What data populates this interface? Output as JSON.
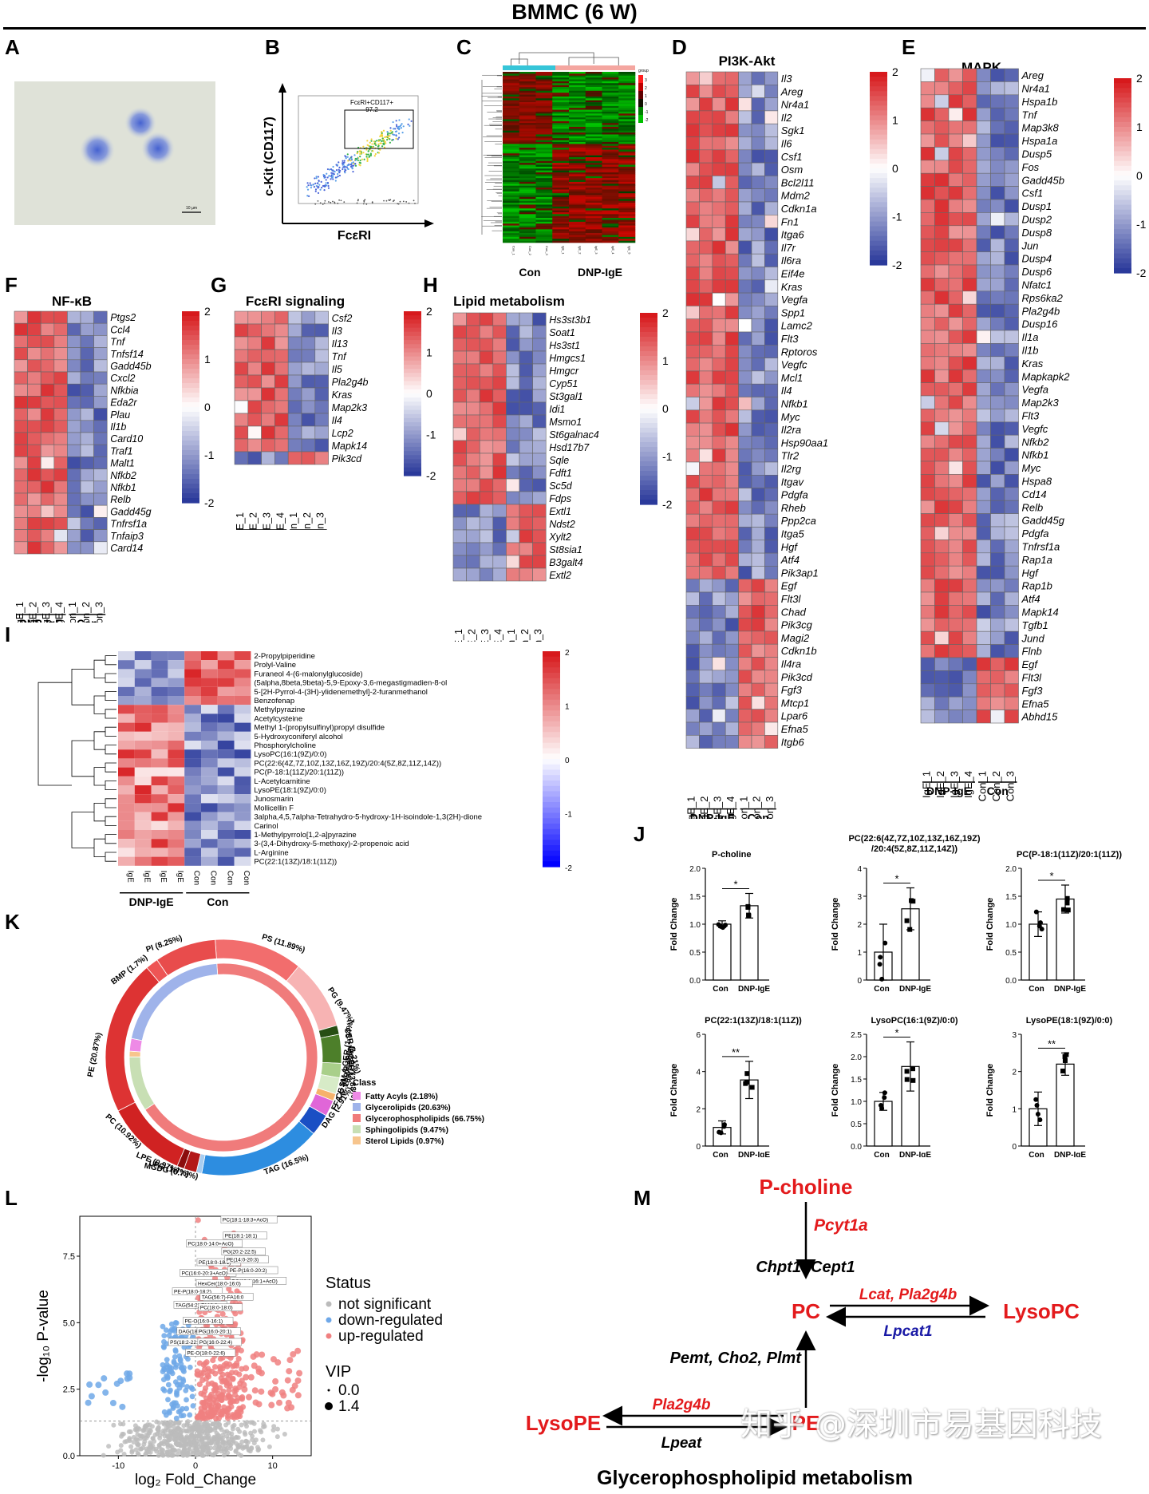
{
  "figure": {
    "title": "BMMC (6 W)",
    "panel_letters": [
      "A",
      "B",
      "C",
      "D",
      "E",
      "F",
      "G",
      "H",
      "I",
      "J",
      "K",
      "L",
      "M"
    ],
    "scale_bar_label": "10 µm",
    "watermark": "知乎 @深圳市易基因科技"
  },
  "colors": {
    "heat_high": "#d7191c",
    "heat_mid": "#ffffff",
    "heat_low": "#2b3a9b",
    "green": "#00b000",
    "red": "#e00000",
    "cyan": "#36c5d8",
    "salmon": "#f4a6a0",
    "path_red": "#e31a1c",
    "path_blue": "#1a1aa6"
  },
  "panelB": {
    "xlabel": "FcεRI",
    "ylabel": "c-Kit (CD117)",
    "gate_label_1": "FcεRI+CD117+",
    "gate_label_2": "97.2"
  },
  "panelC": {
    "groups": [
      "Con",
      "DNP-IgE"
    ],
    "legend_title": "group",
    "legend_ticks": [
      "3",
      "2",
      "1",
      "0",
      "-1",
      "-2"
    ]
  },
  "sample_labels": {
    "dnp": [
      "IgE_1",
      "IgE_2",
      "IgE_3",
      "IgE_4"
    ],
    "con": [
      "Con_1",
      "Con_2",
      "Con_3"
    ],
    "dnp_group": "DNP-IgE",
    "con_group": "Con"
  },
  "colorbar_ticks": [
    "2",
    "1",
    "0",
    "-1",
    "-2"
  ],
  "chart_data": [
    {
      "id": "D",
      "type": "heatmap",
      "title": "PI3K-Akt",
      "rows": [
        "Il3",
        "Areg",
        "Nr4a1",
        "Il2",
        "Sgk1",
        "Il6",
        "Csf1",
        "Osm",
        "Bcl2l11",
        "Mdm2",
        "Cdkn1a",
        "Fn1",
        "Itga6",
        "Il7r",
        "Il6ra",
        "Eif4e",
        "Kras",
        "Vegfa",
        "Spp1",
        "Lamc2",
        "Flt3",
        "Rptoros",
        "Vegfc",
        "Mcl1",
        "Il4",
        "Nfkb1",
        "Myc",
        "Il2ra",
        "Hsp90aa1",
        "Tlr2",
        "Il2rg",
        "Itgav",
        "Pdgfa",
        "Rheb",
        "Ppp2ca",
        "Itga5",
        "Hgf",
        "Atf4",
        "Pik3ap1",
        "Egf",
        "Flt3l",
        "Chad",
        "Pik3cg",
        "Magi2",
        "Cdkn1b",
        "Il4ra",
        "Pik3cd",
        "Fgf3",
        "Mtcp1",
        "Lpar6",
        "Efna5",
        "Itgb6"
      ],
      "columns": [
        "IgE_1",
        "IgE_2",
        "IgE_3",
        "IgE_4",
        "Con_1",
        "Con_2",
        "Con_3"
      ],
      "n_up": 39,
      "color_range": [
        -2,
        2
      ]
    },
    {
      "id": "E",
      "type": "heatmap",
      "title": "MAPK",
      "rows": [
        "Areg",
        "Nr4a1",
        "Hspa1b",
        "Tnf",
        "Map3k8",
        "Hspa1a",
        "Dusp5",
        "Fos",
        "Gadd45b",
        "Csf1",
        "Dusp1",
        "Dusp2",
        "Dusp8",
        "Jun",
        "Dusp4",
        "Dusp6",
        "Nfatc1",
        "Rps6ka2",
        "Pla2g4b",
        "Dusp16",
        "Il1a",
        "Il1b",
        "Kras",
        "Mapkapk2",
        "Vegfa",
        "Map2k3",
        "Flt3",
        "Vegfc",
        "Nfkb2",
        "Nfkb1",
        "Myc",
        "Hspa8",
        "Cd14",
        "Relb",
        "Gadd45g",
        "Pdgfa",
        "Tnfrsf1a",
        "Rap1a",
        "Hgf",
        "Rap1b",
        "Atf4",
        "Mapk14",
        "Tgfb1",
        "Jund",
        "Flnb",
        "Egf",
        "Flt3l",
        "Fgf3",
        "Efna5",
        "Abhd15"
      ],
      "columns": [
        "IgE_1",
        "IgE_2",
        "IgE_3",
        "IgE_4",
        "Con_1",
        "Con_2",
        "Con_3"
      ],
      "n_up": 45,
      "color_range": [
        -2,
        2
      ]
    },
    {
      "id": "F",
      "type": "heatmap",
      "title": "NF-κB",
      "rows": [
        "Ptgs2",
        "Ccl4",
        "Tnf",
        "Tnfsf14",
        "Gadd45b",
        "Cxcl2",
        "Nfkbia",
        "Eda2r",
        "Plau",
        "Il1b",
        "Card10",
        "Traf1",
        "Malt1",
        "Nfkb2",
        "Nfkb1",
        "Relb",
        "Gadd45g",
        "Tnfrsf1a",
        "Tnfaip3",
        "Card14"
      ],
      "columns": [
        "IgE_1",
        "IgE_2",
        "IgE_3",
        "IgE_4",
        "Con_1",
        "Con_2",
        "Con_3"
      ],
      "n_up": 20,
      "color_range": [
        -2,
        2
      ]
    },
    {
      "id": "G",
      "type": "heatmap",
      "title": "FcεRI signaling",
      "rows": [
        "Csf2",
        "Il3",
        "Il13",
        "Tnf",
        "Il5",
        "Pla2g4b",
        "Kras",
        "Map2k3",
        "Il4",
        "Lcp2",
        "Mapk14",
        "Pik3cd"
      ],
      "columns": [
        "IgE_1",
        "IgE_2",
        "IgE_3",
        "IgE_4",
        "Con_1",
        "Con_2",
        "Con_3"
      ],
      "n_up": 11,
      "color_range": [
        -2,
        2
      ]
    },
    {
      "id": "H",
      "type": "heatmap",
      "title": "Lipid metabolism",
      "rows": [
        "Hs3st3b1",
        "Soat1",
        "Hs3st1",
        "Hmgcs1",
        "Hmgcr",
        "Cyp51",
        "St3gal1",
        "Idi1",
        "Msmo1",
        "St6galnac4",
        "Hsd17b7",
        "Sqle",
        "Fdft1",
        "Sc5d",
        "Fdps",
        "Extl1",
        "Ndst2",
        "Xylt2",
        "St8sia1",
        "B3galt4",
        "Extl2"
      ],
      "columns": [
        "IgE_1",
        "IgE_2",
        "IgE_3",
        "IgE_4",
        "Con_1",
        "Con_2",
        "Con_3"
      ],
      "n_up": 15,
      "color_range": [
        -2,
        2
      ]
    },
    {
      "id": "I",
      "type": "heatmap",
      "title": "",
      "rows": [
        "2-Propylpiperidine",
        "Prolyl-Valine",
        "Furaneol 4-(6-malonylglucoside)",
        "(5alpha,8beta,9beta)-5,9-Epoxy-3,6-megastigmadien-8-ol",
        "5-[2H-Pyrrol-4-(3H)-ylidenemethyl]-2-furanmethanol",
        "Benzofenap",
        "Methylpyrazine",
        "Acetylcysteine",
        "Methyl 1-(propylsulfinyl)propyl disulfide",
        "5-Hydroxyconiferyl alcohol",
        "Phosphorylcholine",
        "LysoPC(16:1(9Z)/0:0)",
        "PC(22:6(4Z,7Z,10Z,13Z,16Z,19Z)/20:4(5Z,8Z,11Z,14Z))",
        "PC(P-18:1(11Z)/20:1(11Z))",
        "L-Acetylcarnitine",
        "LysoPE(18:1(9Z)/0:0)",
        "Junosmarin",
        "Mollicellin F",
        "3alpha,4,5,7alpha-Tetrahydro-5-hydroxy-1H-isoindole-1,3(2H)-dione",
        "Carinol",
        "1-Methylpyrrolo[1,2-a]pyrazine",
        "3-(3,4-Dihydroxy-5-methoxy)-2-propenoic acid",
        "L-Arginine",
        "PC(22:1(13Z)/18:1(11Z))"
      ],
      "columns": [
        "IgE",
        "IgE",
        "IgE",
        "IgE",
        "Con",
        "Con",
        "Con",
        "Con"
      ],
      "n_down_first": 6,
      "color_range": [
        -2,
        2
      ]
    },
    {
      "id": "J",
      "type": "bar",
      "panels": [
        {
          "title": "P-choline",
          "categories": [
            "Con",
            "DNP-IgE"
          ],
          "values": [
            1.0,
            1.33
          ],
          "errors": [
            0.06,
            0.22
          ],
          "ylim": [
            0,
            2.0
          ],
          "yticks": [
            "0.0",
            "0.5",
            "1.0",
            "1.5",
            "2.0"
          ],
          "sig": "*",
          "ylabel": "Fold Change"
        },
        {
          "title": "PC(22:6(4Z,7Z,10Z,13Z,16Z,19Z)/20:4(5Z,8Z,11Z,14Z))",
          "title_l1": "PC(22:6(4Z,7Z,10Z,13Z,16Z,19Z)",
          "title_l2": "/20:4(5Z,8Z,11Z,14Z))",
          "categories": [
            "Con",
            "DNP-IgE"
          ],
          "values": [
            1.0,
            2.55
          ],
          "errors": [
            1.0,
            0.75
          ],
          "ylim": [
            0,
            4
          ],
          "yticks": [
            "0",
            "1",
            "2",
            "3",
            "4"
          ],
          "sig": "*",
          "ylabel": "Fold Change"
        },
        {
          "title": "PC(P-18:1(11Z)/20:1(11Z))",
          "categories": [
            "Con",
            "DNP-IgE"
          ],
          "values": [
            1.0,
            1.45
          ],
          "errors": [
            0.22,
            0.25
          ],
          "ylim": [
            0,
            2.0
          ],
          "yticks": [
            "0.0",
            "0.5",
            "1.0",
            "1.5",
            "2.0"
          ],
          "sig": "*",
          "ylabel": "Fold Change"
        },
        {
          "title": "PC(22:1(13Z)/18:1(11Z))",
          "categories": [
            "Con",
            "DNP-IgE"
          ],
          "values": [
            1.0,
            3.55
          ],
          "errors": [
            0.35,
            1.0
          ],
          "ylim": [
            0,
            6
          ],
          "yticks": [
            "0",
            "2",
            "4",
            "6"
          ],
          "sig": "**",
          "ylabel": "Fold Change"
        },
        {
          "title": "LysoPC(16:1(9Z)/0:0)",
          "categories": [
            "Con",
            "DNP-IgE"
          ],
          "values": [
            1.0,
            1.78
          ],
          "errors": [
            0.2,
            0.55
          ],
          "ylim": [
            0,
            2.5
          ],
          "yticks": [
            "0.0",
            "0.5",
            "1.0",
            "1.5",
            "2.0",
            "2.5"
          ],
          "sig": "*",
          "ylabel": "Fold Change"
        },
        {
          "title": "LysoPE(18:1(9Z)/0:0)",
          "categories": [
            "Con",
            "DNP-IgE"
          ],
          "values": [
            1.0,
            2.2
          ],
          "errors": [
            0.45,
            0.3
          ],
          "ylim": [
            0,
            3
          ],
          "yticks": [
            "0",
            "1",
            "2",
            "3"
          ],
          "sig": "**",
          "ylabel": "Fold Change"
        }
      ]
    },
    {
      "id": "K",
      "type": "pie",
      "outer": [
        {
          "label": "PS (11.89%)",
          "value": 11.89,
          "color": "#f26d6d"
        },
        {
          "label": "PG (9.47%)",
          "value": 9.47,
          "color": "#f7b3b3"
        },
        {
          "label": "CER (1.21%)",
          "value": 1.21,
          "color": "#274e13"
        },
        {
          "label": "HCER (3.88%)",
          "value": 3.88,
          "color": "#4d7f2a"
        },
        {
          "label": "LCER (1.94%)",
          "value": 1.94,
          "color": "#a9cf8a"
        },
        {
          "label": "SM (2.18%)",
          "value": 2.18,
          "color": "#d7ebc7"
        },
        {
          "label": "CE (0.97%)",
          "value": 0.97,
          "color": "#f6b26b"
        },
        {
          "label": "FFA (2.18%)",
          "value": 2.18,
          "color": "#e066d8"
        },
        {
          "label": "DAG (2.91%)",
          "value": 2.91,
          "color": "#1a4fc4"
        },
        {
          "label": "TAG (16.5%)",
          "value": 16.5,
          "color": "#2d8de0"
        },
        {
          "label": "MGDG (0.73%)",
          "value": 0.73,
          "color": "#a8cdf0"
        },
        {
          "label": "LPC (1.7%)",
          "value": 1.7,
          "color": "#b31818"
        },
        {
          "label": "LPE (0.97%)",
          "value": 0.97,
          "color": "#8b0d0d"
        },
        {
          "label": "PC (10.92%)",
          "value": 10.92,
          "color": "#d02222"
        },
        {
          "label": "PE (20.87%)",
          "value": 20.87,
          "color": "#dd3333"
        },
        {
          "label": "BMP (1.7%)",
          "value": 1.7,
          "color": "#ee5555"
        },
        {
          "label": "PI (8.25%)",
          "value": 8.25,
          "color": "#e84c4c"
        }
      ],
      "inner": [
        {
          "label": "Glycerophospholipids",
          "value": 66.75,
          "color": "#f07b7b"
        },
        {
          "label": "Sphingolipids",
          "value": 9.47,
          "color": "#c8dfb4"
        },
        {
          "label": "Sterol Lipids",
          "value": 0.97,
          "color": "#f7c58d"
        },
        {
          "label": "Fatty Acyls",
          "value": 2.18,
          "color": "#ee8ae6"
        },
        {
          "label": "Glycerolipids",
          "value": 20.63,
          "color": "#9fb3ea"
        }
      ],
      "legend_title": "Class",
      "legend": [
        {
          "label": "Fatty Acyls (2.18%)",
          "color": "#ee8ae6"
        },
        {
          "label": "Glycerolipids (20.63%)",
          "color": "#9fb3ea"
        },
        {
          "label": "Glycerophospholipids (66.75%)",
          "color": "#f07b7b"
        },
        {
          "label": "Sphingolipids (9.47%)",
          "color": "#c8dfb4"
        },
        {
          "label": "Sterol Lipids (0.97%)",
          "color": "#f7c58d"
        }
      ]
    },
    {
      "id": "L",
      "type": "scatter",
      "xlabel": "log₂ Fold_Change",
      "ylabel": "-log₁₀ P-value",
      "xlim": [
        -15,
        15
      ],
      "ylim": [
        0,
        9
      ],
      "xticks": [
        -10,
        0,
        10
      ],
      "yticks": [
        0.0,
        2.5,
        5.0,
        7.5
      ],
      "legend_title": "Status",
      "legend": [
        {
          "label": "not significant",
          "color": "#bbbbbb"
        },
        {
          "label": "down-regulated",
          "color": "#6fa8e8"
        },
        {
          "label": "up-regulated",
          "color": "#f08080"
        }
      ],
      "vip_title": "VIP",
      "vip_values": [
        "0.0",
        "1.4"
      ],
      "labels": [
        {
          "text": "PC(18:1-18:3+AcO)",
          "x": 3.3,
          "y": 8.8
        },
        {
          "text": "PE(18:1-18:1)",
          "x": 3.6,
          "y": 8.2
        },
        {
          "text": "PC(18:0-14:0+AcO)",
          "x": -1.2,
          "y": 7.9
        },
        {
          "text": "PG(20:2-22:5)",
          "x": 3.4,
          "y": 7.6
        },
        {
          "text": "PE(18:0-18:1)",
          "x": 0.2,
          "y": 7.2
        },
        {
          "text": "PE(14:0-20:3)",
          "x": 3.8,
          "y": 7.3
        },
        {
          "text": "PC(16:0-20:3+AcO)",
          "x": -2.0,
          "y": 6.8
        },
        {
          "text": "PE-P(16:0-20:2)",
          "x": 4.2,
          "y": 6.9
        },
        {
          "text": "PC(18:1-16:1+AcO)",
          "x": 4.5,
          "y": 6.5
        },
        {
          "text": "HexCer(18:0-16:0)",
          "x": 0.1,
          "y": 6.4
        },
        {
          "text": "PE-P(18:0-18:2)",
          "x": -3.0,
          "y": 6.1
        },
        {
          "text": "TAG(56:7)-FA16:0",
          "x": 0.6,
          "y": 5.9
        },
        {
          "text": "TAG(54:2)-FA18:2",
          "x": -2.8,
          "y": 5.6
        },
        {
          "text": "PC(18:0-18:0)",
          "x": 0.4,
          "y": 5.5
        },
        {
          "text": "PE-O(16:0-16:1)",
          "x": -1.6,
          "y": 5.0
        },
        {
          "text": "DAG(18:0-18:2)",
          "x": -2.4,
          "y": 4.6
        },
        {
          "text": "PG(16:0-20:1)",
          "x": 0.2,
          "y": 4.6
        },
        {
          "text": "PS(18:2-22:3)",
          "x": -3.5,
          "y": 4.2
        },
        {
          "text": "PG(16:0-22:4)",
          "x": 0.3,
          "y": 4.2
        },
        {
          "text": "PE-O(18:0-22:6)",
          "x": -1.3,
          "y": 3.8
        }
      ]
    }
  ],
  "panelM": {
    "p_choline": "P-choline",
    "pcyt1a": "Pcyt1a",
    "chpt": "Chpt1",
    "cept": "Cept1",
    "pc": "PC",
    "lysopc": "LysoPC",
    "lcat": "Lcat, Pla2g4b",
    "lpcat1": "Lpcat1",
    "pemt": "Pemt, Cho2, Plmt",
    "pe": "PE",
    "lysope": "LysoPE",
    "pla2g4b": "Pla2g4b",
    "lpeat": "Lpeat",
    "title": "Glycerophospholipid metabolism"
  }
}
